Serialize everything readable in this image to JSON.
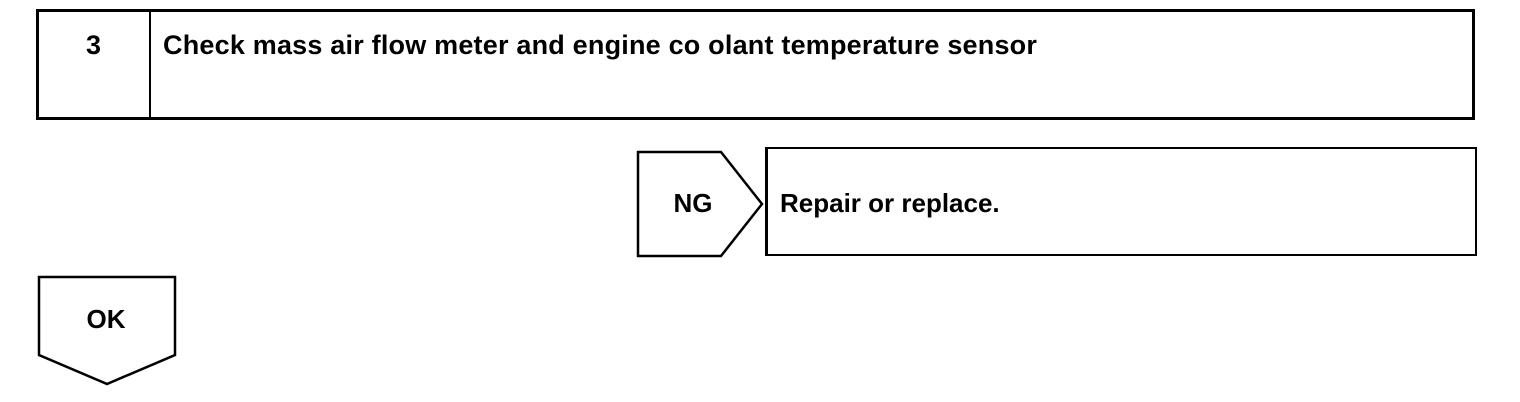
{
  "step": {
    "number": "3",
    "title": "Check mass air flow meter and engine co olant temperature  sensor"
  },
  "ng_branch": {
    "label": "NG",
    "action": "Repair or replace."
  },
  "ok_branch": {
    "label": "OK"
  },
  "colors": {
    "line": "#000000",
    "background": "#ffffff"
  }
}
